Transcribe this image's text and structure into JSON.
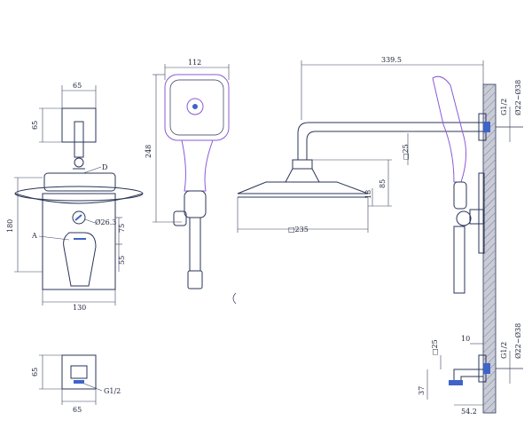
{
  "drawing": {
    "dimensions": {
      "valve_top_width": "65",
      "valve_top_height": "65",
      "valve_body_height": "180",
      "valve_body_width": "130",
      "valve_75": "75",
      "valve_55": "55",
      "valve_dia": "Ø26.3",
      "label_d": "D",
      "label_a": "A",
      "hand_width": "112",
      "hand_length": "248",
      "arm_length": "339.5",
      "head_sq_25": "□25",
      "head_18": "18",
      "head_85": "85",
      "head_235": "□235",
      "thread_top": "G1/2",
      "dia_top": "Ø22~Ø38",
      "thread_bottom": "G1/2",
      "dia_bottom": "Ø22~Ø38",
      "outlet_sq_25": "□25",
      "outlet_10": "10",
      "outlet_37": "37",
      "outlet_54": "54.2",
      "small_65_h": "65",
      "small_65_w": "65",
      "small_thread": "G1/2"
    },
    "colors": {
      "line": "#2a3558",
      "accent": "#3f63c9",
      "purple": "#8a5bd3",
      "wall": "#c9ccd6"
    }
  }
}
